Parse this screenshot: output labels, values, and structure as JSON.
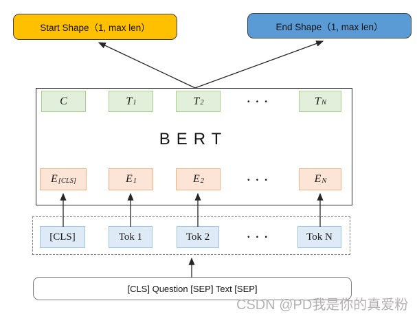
{
  "diagram": {
    "start_shape": {
      "label": "Start Shape（1, max len）",
      "fill": "#FFC000"
    },
    "end_shape": {
      "label": "End Shape（1, max len）",
      "fill": "#5B9BD5"
    },
    "bert": {
      "label": "BERT",
      "outputs": [
        {
          "base": "C",
          "sub": ""
        },
        {
          "base": "T",
          "sub": "1"
        },
        {
          "base": "T",
          "sub": "2"
        },
        {
          "base": "T",
          "sub": "N"
        }
      ],
      "embeddings": [
        {
          "base": "E",
          "sub": "[CLS]"
        },
        {
          "base": "E",
          "sub": "1"
        },
        {
          "base": "E",
          "sub": "2"
        },
        {
          "base": "E",
          "sub": "N"
        }
      ]
    },
    "tokens": [
      "[CLS]",
      "Tok 1",
      "Tok 2",
      "Tok N"
    ],
    "ellipsis": "···",
    "input_box": {
      "label": "[CLS] Question [SEP] Text [SEP]"
    },
    "watermark": "CSDN @PD我是你的真爱粉",
    "colors": {
      "start_fill": "#FFC000",
      "end_fill": "#5B9BD5",
      "output_fill": "#E2EFDA",
      "output_border": "#A9D08E",
      "embedding_fill": "#FCE4D6",
      "embedding_border": "#F4B183",
      "token_fill": "#DEEBF7",
      "token_border": "#9DC3E6",
      "watermark_color": "#B6B1B1"
    }
  }
}
